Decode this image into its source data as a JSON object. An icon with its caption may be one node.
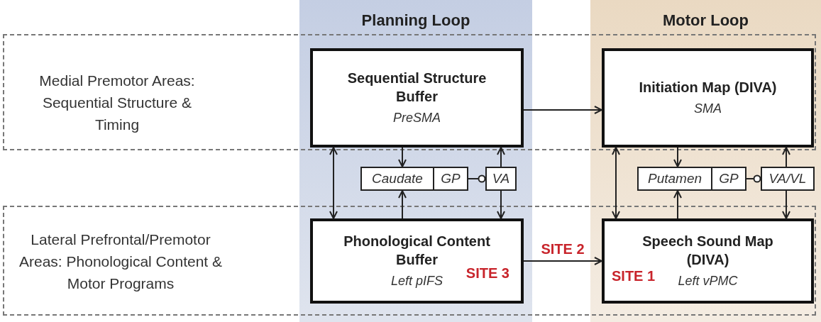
{
  "diagram": {
    "nodes": [
      {
        "text": [
          "Sequential Structure Buffer",
          "PreSMA"
        ]
      },
      {
        "text": [
          "Initiation Map (DIVA)",
          "SMA"
        ]
      },
      {
        "text": [
          "Caudate"
        ]
      },
      {
        "text": [
          "GP"
        ]
      },
      {
        "text": [
          "VA"
        ]
      },
      {
        "text": [
          "Putamen"
        ]
      },
      {
        "text": [
          "GP"
        ]
      },
      {
        "text": [
          "VA/VL"
        ]
      },
      {
        "text": [
          "Phonological Content Buffer",
          "Left pIFS",
          "SITE 3"
        ]
      },
      {
        "text": [
          "Speech Sound Map (DIVA)",
          "Left vPMC",
          "SITE 1"
        ]
      }
    ],
    "edges": [
      {
        "from": 0,
        "to": 1,
        "arrow": "to"
      },
      {
        "from": 0,
        "to": 8,
        "arrow": "both"
      },
      {
        "from": 0,
        "to": 2,
        "arrow": "to"
      },
      {
        "from": 8,
        "to": 2,
        "arrow": "to"
      },
      {
        "from": 3,
        "to": 4,
        "arrow": "other"
      },
      {
        "from": 4,
        "to": 0,
        "arrow": "to"
      },
      {
        "from": 4,
        "to": 8,
        "arrow": "to"
      },
      {
        "from": 8,
        "to": 9,
        "arrow": "to",
        "label": "SITE 2"
      },
      {
        "from": 1,
        "to": 9,
        "arrow": "both"
      },
      {
        "from": 1,
        "to": 5,
        "arrow": "to"
      },
      {
        "from": 9,
        "to": 5,
        "arrow": "to"
      },
      {
        "from": 6,
        "to": 7,
        "arrow": "other"
      },
      {
        "from": 7,
        "to": 1,
        "arrow": "to"
      },
      {
        "from": 7,
        "to": 9,
        "arrow": "to"
      }
    ],
    "labels": [
      "Planning Loop",
      "Motor Loop",
      "Medial Premotor Areas: Sequential Structure & Timing",
      "Lateral Prefrontal/Premotor Areas: Phonological Content & Motor Programs"
    ]
  }
}
